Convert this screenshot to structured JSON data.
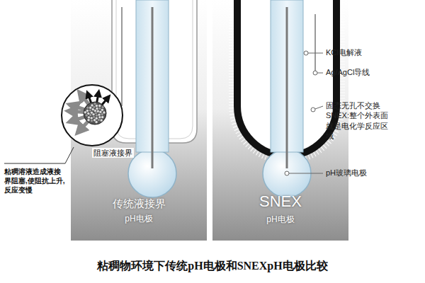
{
  "diagram": {
    "caption": "粘稠物环境下传统pH电极和SNEXpH电极比较",
    "nodes": [
      {
        "text": [
          "传统液接界",
          "pH电极"
        ]
      },
      {
        "text": [
          "阻塞液接界"
        ]
      },
      {
        "text": [
          "SNEX",
          "pH电极"
        ]
      }
    ],
    "labels": [
      "粘稠溶液造成液接 界阻塞,使阻抗上升, 反应变慢",
      "KCl电解液",
      "Ag/AgCl导线",
      "固态无孔不交换 SNEX:整个外表面 就是电化学反应区 域",
      "pH玻璃电极"
    ]
  }
}
